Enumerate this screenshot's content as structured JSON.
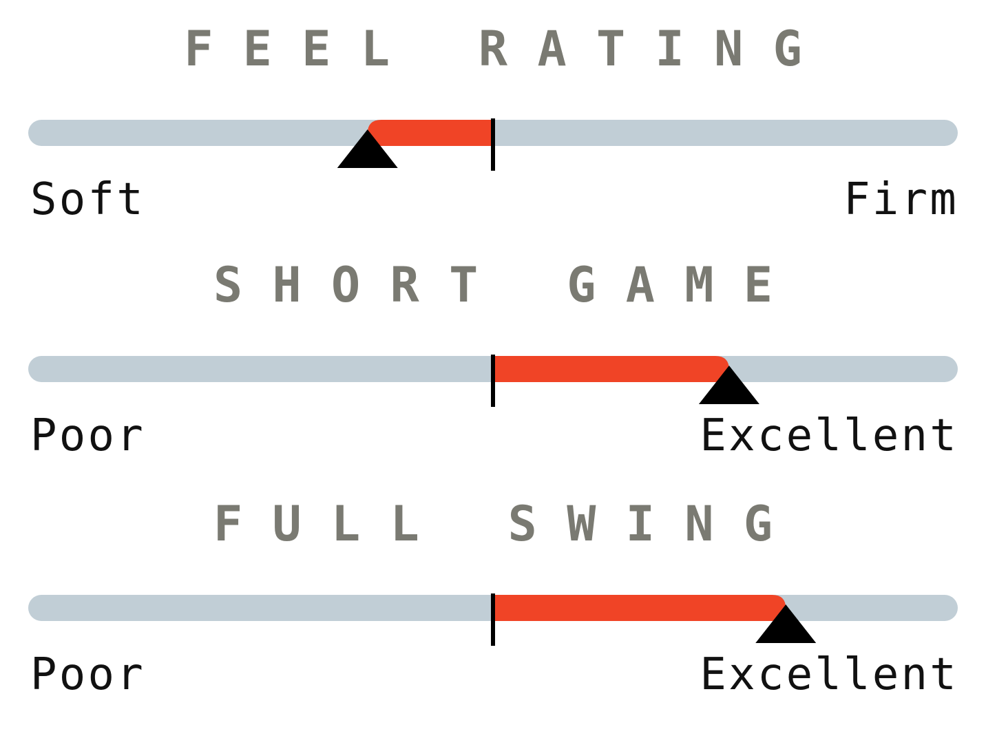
{
  "colors": {
    "track": "#c1ced6",
    "fill": "#f04426",
    "marker": "#000000",
    "title": "#7a7a72",
    "label": "#111111"
  },
  "chart_data": [
    {
      "type": "bar",
      "title": "FEEL RATING",
      "scale_min_label": "Soft",
      "scale_max_label": "Firm",
      "xlim": [
        0,
        1
      ],
      "center": 0.5,
      "value": 0.365
    },
    {
      "type": "bar",
      "title": "SHORT GAME",
      "scale_min_label": "Poor",
      "scale_max_label": "Excellent",
      "xlim": [
        0,
        1
      ],
      "center": 0.5,
      "value": 0.754
    },
    {
      "type": "bar",
      "title": "FULL SWING",
      "scale_min_label": "Poor",
      "scale_max_label": "Excellent",
      "xlim": [
        0,
        1
      ],
      "center": 0.5,
      "value": 0.815
    }
  ]
}
